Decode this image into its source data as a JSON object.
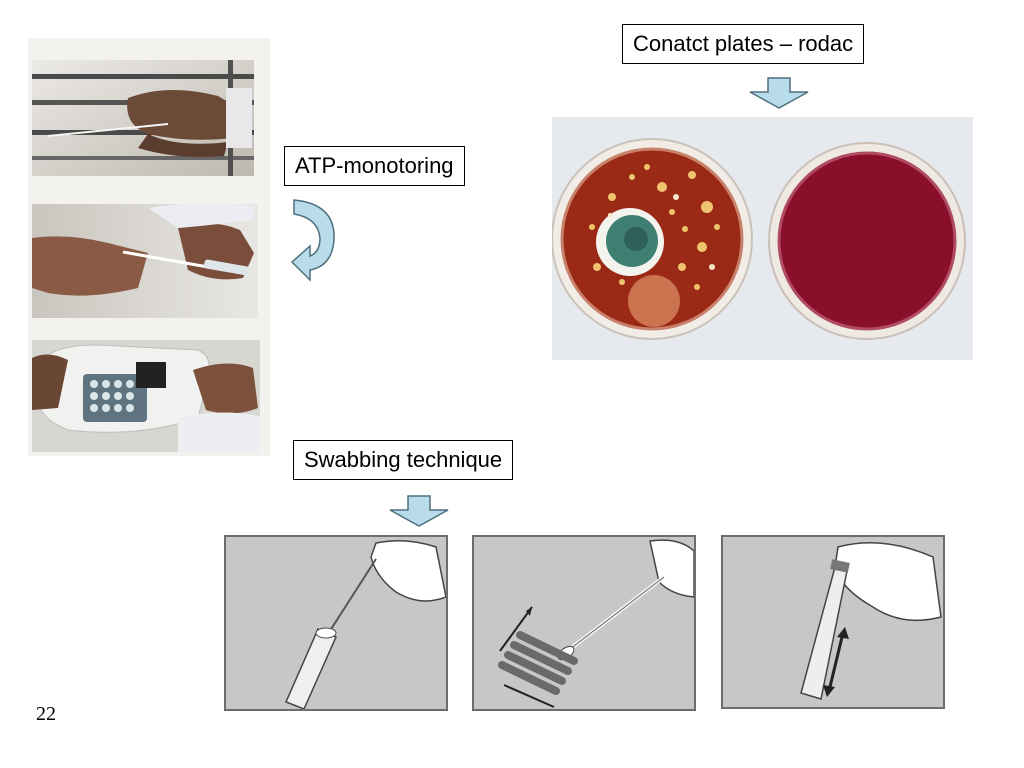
{
  "slide_number": "22",
  "labels": {
    "contact_plates": "Conatct plates – rodac",
    "atp_monitoring": "ATP-monotoring",
    "swabbing": "Swabbing technique"
  },
  "colors": {
    "arrow_fill": "#b8dcea",
    "arrow_stroke": "#4f6f7d",
    "agar_red": "#8a0f2a",
    "agar_orange": "#9a2a16"
  },
  "icons": {
    "contact_arrow": "down-arrow-icon",
    "atp_arrow": "curved-arrow-icon",
    "swab_arrow": "down-arrow-icon"
  }
}
